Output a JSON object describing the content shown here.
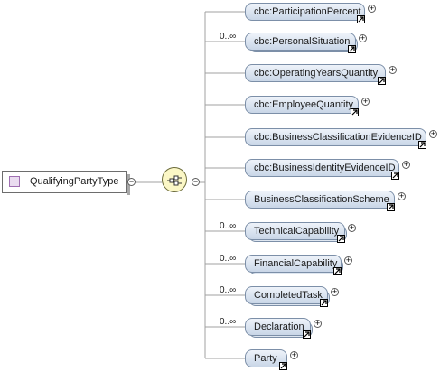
{
  "complex_type": {
    "label": "QualifyingPartyType",
    "icon": "complex-type-icon"
  },
  "compositor": {
    "kind": "sequence",
    "icon": "sequence-icon"
  },
  "elements": [
    {
      "label": "cbc:ParticipationPercent",
      "occurrence": "",
      "is_reference": true
    },
    {
      "label": "cbc:PersonalSituation",
      "occurrence": "0..∞",
      "is_reference": true
    },
    {
      "label": "cbc:OperatingYearsQuantity",
      "occurrence": "",
      "is_reference": true
    },
    {
      "label": "cbc:EmployeeQuantity",
      "occurrence": "",
      "is_reference": true
    },
    {
      "label": "cbc:BusinessClassificationEvidenceID",
      "occurrence": "",
      "is_reference": true
    },
    {
      "label": "cbc:BusinessIdentityEvidenceID",
      "occurrence": "",
      "is_reference": true
    },
    {
      "label": "BusinessClassificationScheme",
      "occurrence": "",
      "is_reference": true
    },
    {
      "label": "TechnicalCapability",
      "occurrence": "0..∞",
      "is_reference": true
    },
    {
      "label": "FinancialCapability",
      "occurrence": "0..∞",
      "is_reference": true
    },
    {
      "label": "CompletedTask",
      "occurrence": "0..∞",
      "is_reference": true
    },
    {
      "label": "Declaration",
      "occurrence": "0..∞",
      "is_reference": true
    },
    {
      "label": "Party",
      "occurrence": "",
      "is_reference": true
    }
  ],
  "buttons": {
    "collapse_glyph": "−",
    "expand_glyph": "+"
  },
  "colors": {
    "element_fill_top": "#eef3fa",
    "element_fill_bottom": "#c9d6e7",
    "element_border": "#7c8fa8",
    "sequence_fill": "#fbf7c6",
    "type_icon": "#eadcf0"
  }
}
